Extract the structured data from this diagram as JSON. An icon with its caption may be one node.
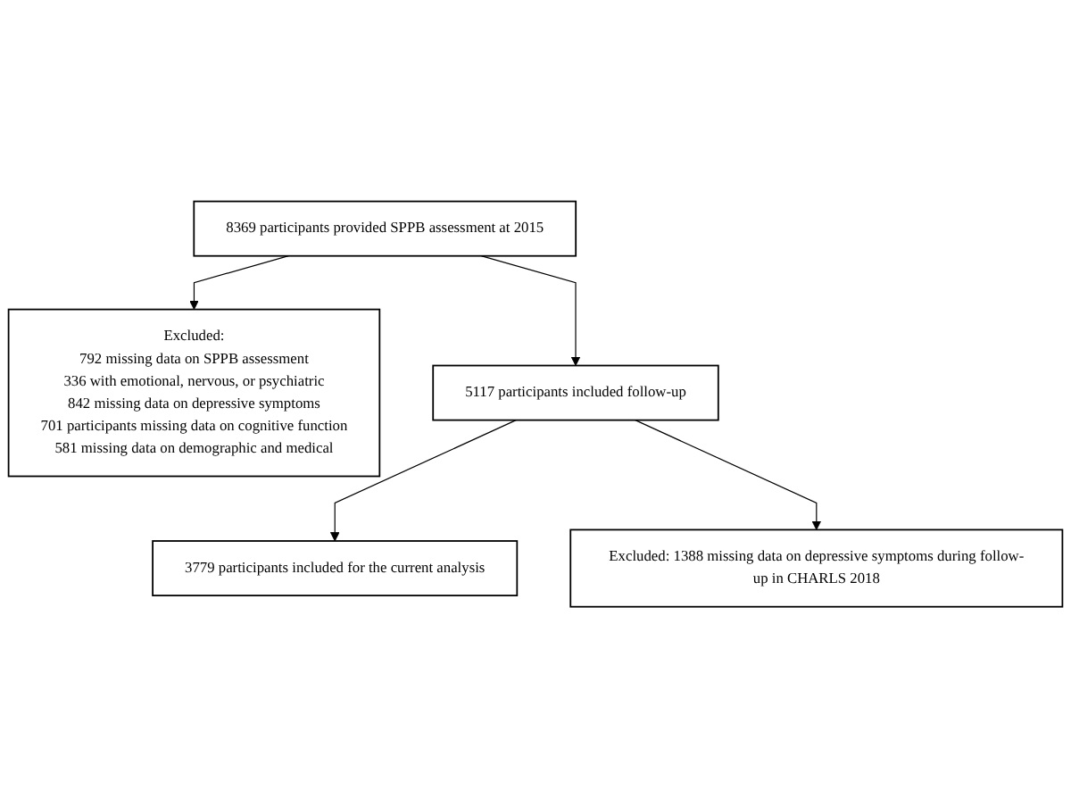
{
  "diagram": {
    "nodes": [
      {
        "text": [
          "8369 participants provided SPPB assessment at 2015"
        ]
      },
      {
        "text": [
          "Excluded:",
          "792 missing data on SPPB assessment",
          "336 with emotional, nervous, or psychiatric",
          "842 missing data on depressive symptoms",
          "701 participants missing data on cognitive function",
          "581 missing data on demographic and medical"
        ]
      },
      {
        "text": [
          "5117 participants included follow-up"
        ]
      },
      {
        "text": [
          "Excluded: 1388 missing data on depressive symptoms during follow-up in CHARLS 2018"
        ]
      },
      {
        "text": [
          "3779 participants included for the current analysis"
        ]
      }
    ],
    "edges": [
      {
        "from": 0,
        "to": 2,
        "arrow": "to"
      },
      {
        "from": 0,
        "to": 1,
        "arrow": "to"
      },
      {
        "from": 2,
        "to": 4,
        "arrow": "to"
      },
      {
        "from": 2,
        "to": 3,
        "arrow": "to"
      }
    ]
  }
}
